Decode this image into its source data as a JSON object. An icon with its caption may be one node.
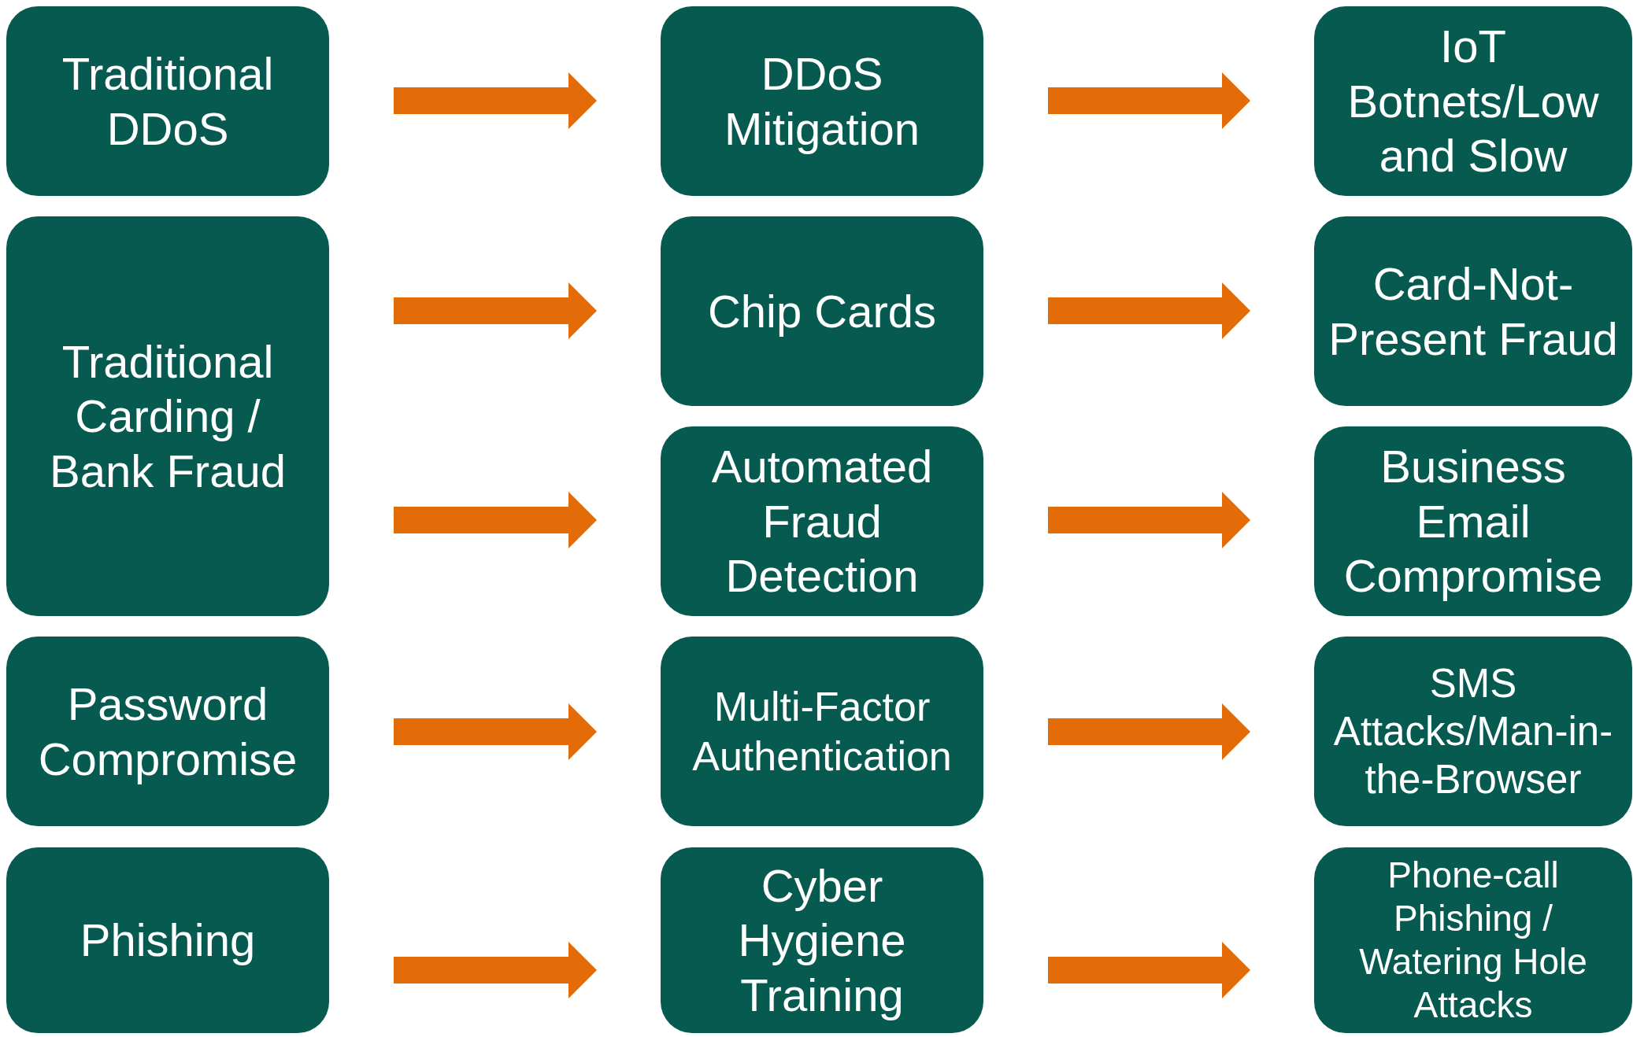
{
  "diagram": {
    "nodes": [
      {
        "text": [
          "Traditional DDoS"
        ]
      },
      {
        "text": [
          "DDoS Mitigation"
        ]
      },
      {
        "text": [
          "IoT Botnets/Low and Slow"
        ]
      },
      {
        "text": [
          "Traditional Carding / Bank Fraud"
        ]
      },
      {
        "text": [
          "Chip Cards"
        ]
      },
      {
        "text": [
          "Card-Not-Present Fraud"
        ]
      },
      {
        "text": [
          "Automated Fraud Detection"
        ]
      },
      {
        "text": [
          "Business Email Compromise"
        ]
      },
      {
        "text": [
          "Password Compromise"
        ]
      },
      {
        "text": [
          "Multi-Factor Authentication"
        ]
      },
      {
        "text": [
          "SMS Attacks/Man-in-the-Browser"
        ]
      },
      {
        "text": [
          "Phishing"
        ]
      },
      {
        "text": [
          "Cyber Hygiene Training"
        ]
      },
      {
        "text": [
          "Phone-call Phishing / Watering Hole Attacks"
        ]
      }
    ],
    "edges": [
      {
        "from": 0,
        "to": 1,
        "arrow": "to"
      },
      {
        "from": 1,
        "to": 2,
        "arrow": "to"
      },
      {
        "from": 3,
        "to": 4,
        "arrow": "to"
      },
      {
        "from": 4,
        "to": 5,
        "arrow": "to"
      },
      {
        "from": 3,
        "to": 6,
        "arrow": "to"
      },
      {
        "from": 6,
        "to": 7,
        "arrow": "to"
      },
      {
        "from": 8,
        "to": 9,
        "arrow": "to"
      },
      {
        "from": 9,
        "to": 10,
        "arrow": "to"
      },
      {
        "from": 11,
        "to": 12,
        "arrow": "to"
      },
      {
        "from": 12,
        "to": 13,
        "arrow": "to"
      }
    ]
  }
}
